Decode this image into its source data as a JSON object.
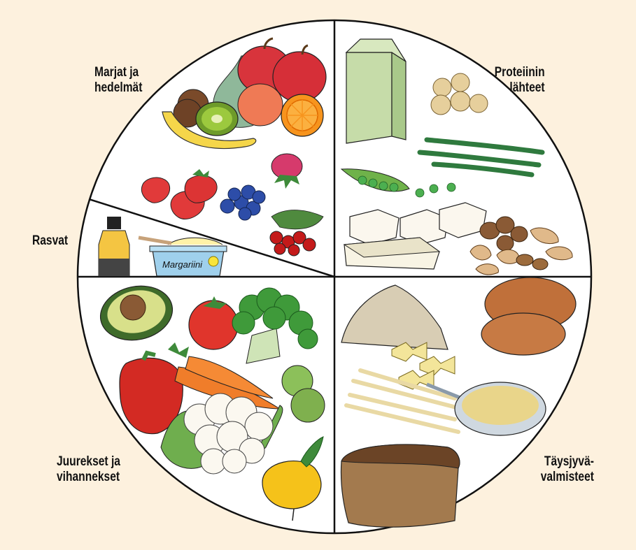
{
  "diagram": {
    "sections": {
      "fruits": {
        "line1": "Marjat ja",
        "line2": "hedelmät"
      },
      "proteins": {
        "line1": "Proteiinin",
        "line2": "lähteet"
      },
      "fats": {
        "line1": "Rasvat"
      },
      "vegetables": {
        "line1": "Juurekset ja",
        "line2": "vihannekset"
      },
      "grains": {
        "line1": "Täysjyvä-",
        "line2": "valmisteet"
      }
    },
    "margarine_label": "Margariini"
  },
  "colors": {
    "background": "#fdf1de",
    "plate": "#ffffff",
    "outline": "#111111"
  }
}
